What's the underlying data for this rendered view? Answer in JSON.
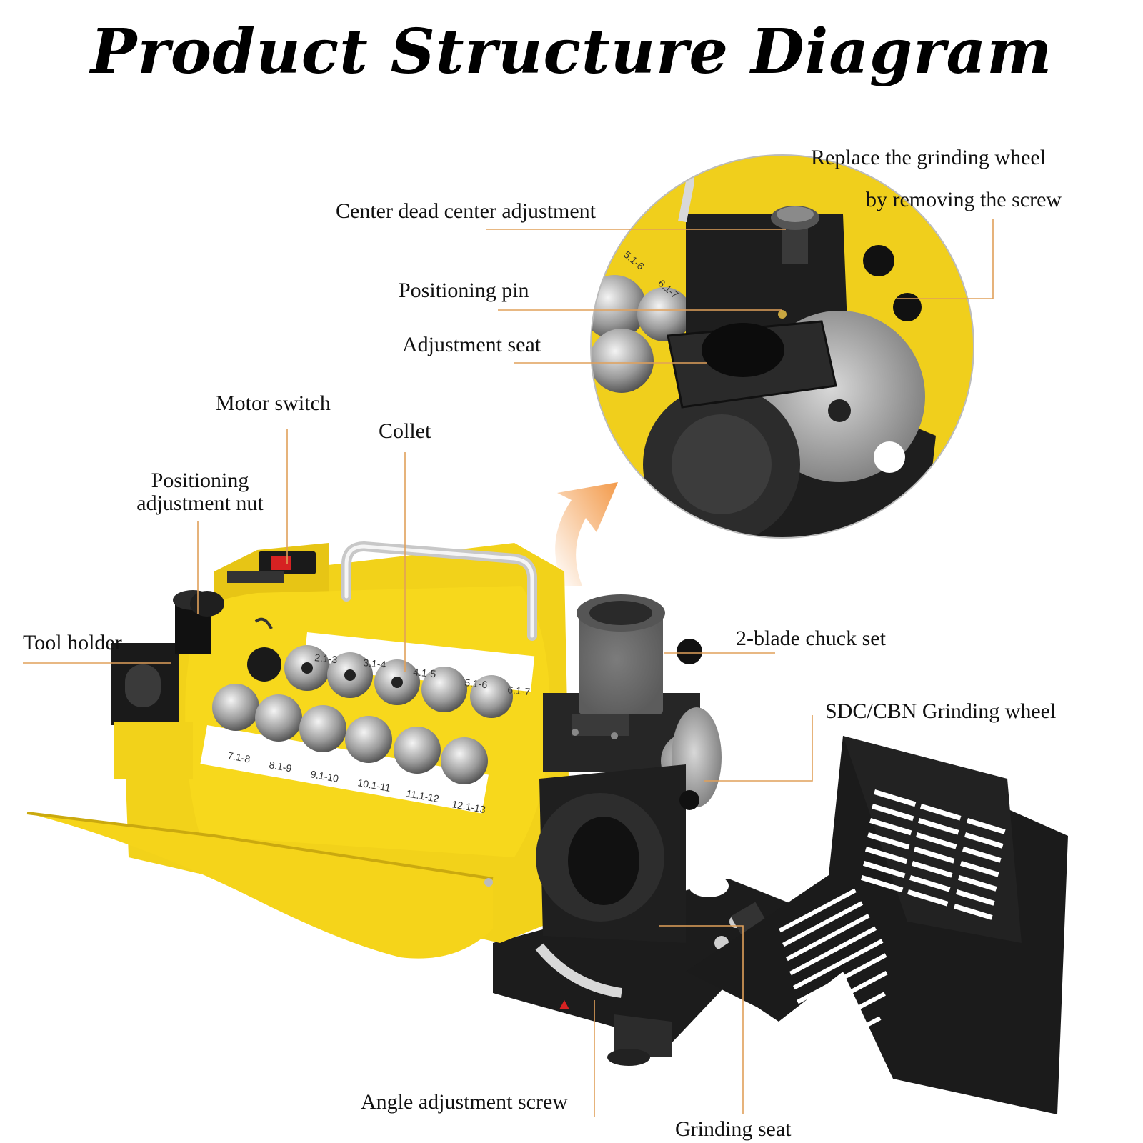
{
  "title": "Product Structure Diagram",
  "labels": {
    "replace_wheel_line1": "Replace the grinding wheel",
    "replace_wheel_line2": "by removing the screw",
    "center_dead_center": "Center dead center adjustment",
    "positioning_pin": "Positioning pin",
    "adjustment_seat": "Adjustment seat",
    "motor_switch": "Motor switch",
    "collet": "Collet",
    "positioning_nut_line1": "Positioning",
    "positioning_nut_line2": "adjustment nut",
    "tool_holder": "Tool holder",
    "chuck_set": "2-blade chuck set",
    "grinding_wheel": "SDC/CBN Grinding wheel",
    "angle_screw": "Angle adjustment screw",
    "grinding_seat": "Grinding seat"
  },
  "collet_sizes_top": [
    "2.1-3",
    "3.1-4",
    "4.1-5",
    "5.1-6",
    "6.1-7"
  ],
  "collet_sizes_bottom": [
    "7.1-8",
    "8.1-9",
    "9.1-10",
    "10.1-11",
    "11.1-12",
    "12.1-13"
  ],
  "inset_sizes": [
    "5.1-6",
    "6.1-7"
  ],
  "colors": {
    "body_yellow": "#f2d21a",
    "leader_orange": "#e0a05a",
    "metal_dark": "#2a2a2a",
    "arrow": "#f5a25a"
  }
}
